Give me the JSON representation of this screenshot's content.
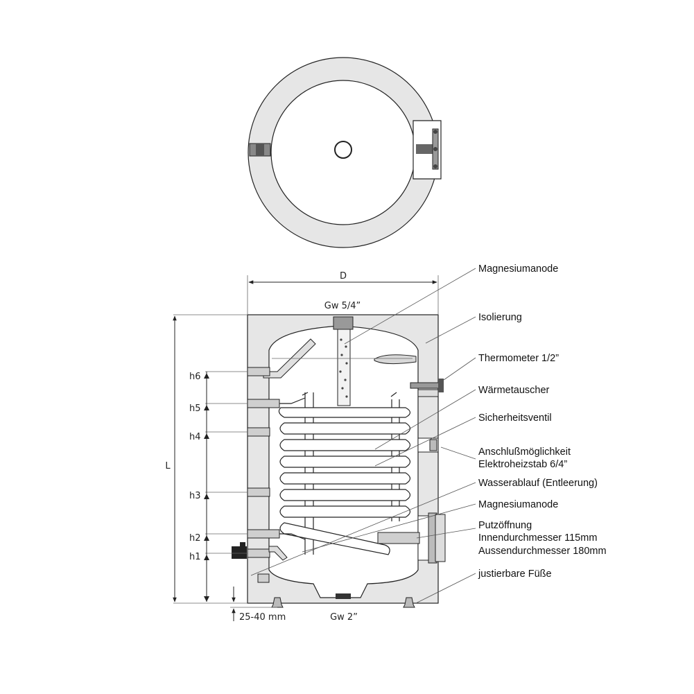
{
  "labels": {
    "magnesiumanode_top": "Magnesiumanode",
    "isolierung": "Isolierung",
    "thermometer": "Thermometer 1/2”",
    "waermetauscher": "Wärmetauscher",
    "sicherheitsventil": "Sicherheitsventil",
    "anschluss_line1": "Anschlußmöglichkeit",
    "anschluss_line2": "Elektroheizstab 6/4”",
    "wasserablauf": "Wasserablauf (Entleerung)",
    "magnesiumanode_bottom": "Magnesiumanode",
    "putz_line1": "Putzöffnung",
    "putz_line2": "Innendurchmesser 115mm",
    "putz_line3": "Aussendurchmesser 180mm",
    "fuesse": "justierbare Füße"
  },
  "dimensions": {
    "D": "D",
    "gw_top": "Gw 5/4”",
    "gw_bottom": "Gw 2”",
    "L": "L",
    "h6": "h6",
    "h5": "h5",
    "h4": "h4",
    "h3": "h3",
    "h2": "h2",
    "h1": "h1",
    "feet_range": "25-40 mm"
  },
  "colors": {
    "insulation": "#e6e6e6",
    "tank": "#ffffff",
    "stroke": "#222222",
    "dark": "#333333"
  }
}
